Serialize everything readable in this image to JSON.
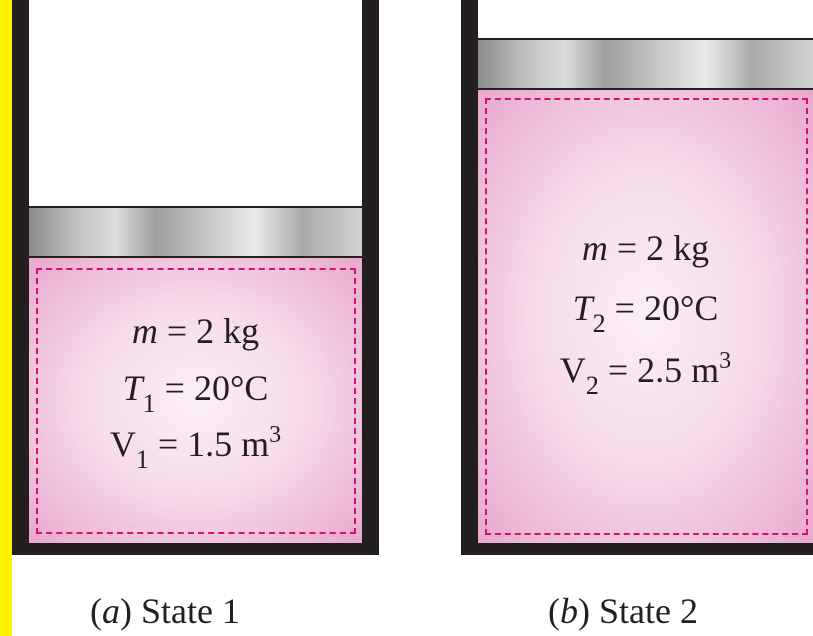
{
  "state1": {
    "mass": {
      "var": "m",
      "eq": " = ",
      "value": "2 kg"
    },
    "temperature": {
      "var": "T",
      "sub": "1",
      "eq": " = ",
      "value": "20°C"
    },
    "volume": {
      "var": "V",
      "sub": "1",
      "eq": " = ",
      "value": "1.5 m",
      "sup": "3"
    },
    "caption": {
      "paren_open": "(",
      "letter": "a",
      "paren_close": ")",
      "text": " State 1"
    }
  },
  "state2": {
    "mass": {
      "var": "m",
      "eq": " = ",
      "value": "2 kg"
    },
    "temperature": {
      "var": "T",
      "sub": "2",
      "eq": " = ",
      "value": "20°C"
    },
    "volume": {
      "var": "V",
      "sub": "2",
      "eq": " = ",
      "value": "2.5 m",
      "sup": "3"
    },
    "caption": {
      "paren_open": "(",
      "letter": "b",
      "paren_close": ")",
      "text": " State 2"
    }
  },
  "colors": {
    "frame_yellow": "#fff200",
    "gas_pink": "#e9a8cc",
    "boundary_magenta": "#d1126e",
    "wall": "#231f20"
  }
}
